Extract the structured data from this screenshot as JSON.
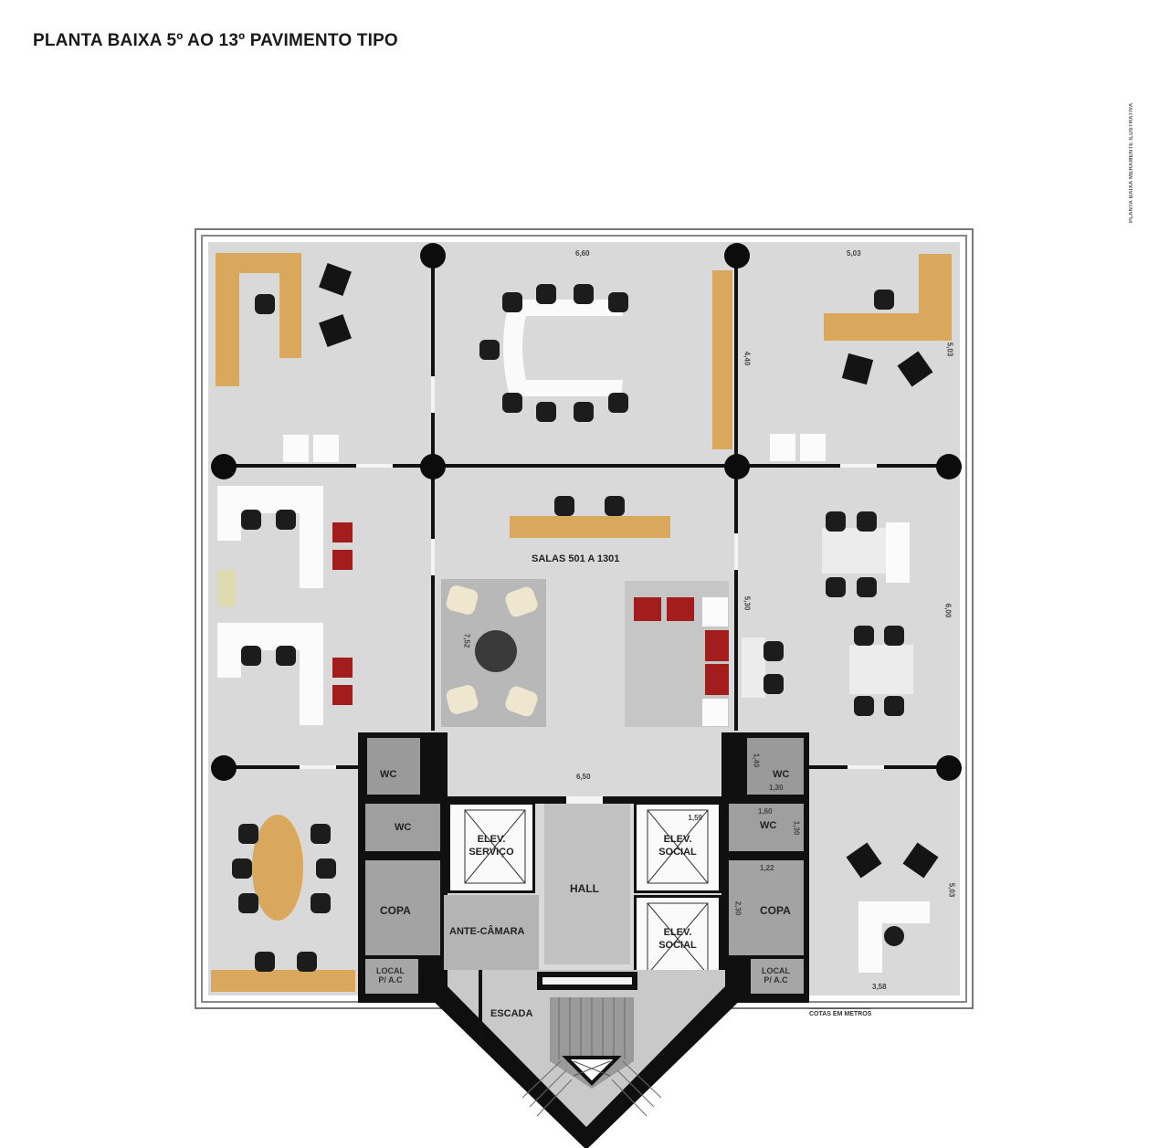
{
  "header": {
    "title": "PLANTA BAIXA 5º AO 13º PAVIMENTO TIPO",
    "side_note": "PLANTA BAIXA MERAMENTE ILUSTRATIVA"
  },
  "plan": {
    "center_label": "SALAS  501 A 1301",
    "rooms": {
      "wc_left_1": "WC",
      "wc_left_2": "WC",
      "copa_left": "COPA",
      "local_ac_left": "LOCAL\nP/ A.C",
      "elev_servico_line1": "ELEV.",
      "elev_servico_line2": "SERVIÇO",
      "ante_camara": "ANTE-CÂMARA",
      "hall": "HALL",
      "elev_social_1_line1": "ELEV.",
      "elev_social_1_line2": "SOCIAL",
      "elev_social_2_line1": "ELEV.",
      "elev_social_2_line2": "SOCIAL",
      "wc_right_1": "WC",
      "wc_right_2": "WC",
      "copa_right": "COPA",
      "local_ac_right": "LOCAL\nP/ A.C",
      "escada": "ESCADA"
    },
    "dimensions": {
      "top_center_width": "6,60",
      "top_right_width": "5,03",
      "top_center_height": "4,40",
      "top_right_height": "5,03",
      "mid_right_inner_height": "5,30",
      "mid_right_outer_height": "6,00",
      "mid_lounge_height": "7,52",
      "hall_width": "6,50",
      "wc_right_1_height": "1,40",
      "wc_right_1_width": "1,30",
      "wc_right_2_width": "1,60",
      "wc_right_2_height": "1,30",
      "elev_social_width": "1,59",
      "copa_right_width": "1,22",
      "copa_right_height": "2,30",
      "bottom_right_height": "5,03",
      "bottom_right_width": "3,58"
    },
    "footer_note": "COTAS EM METROS"
  },
  "colors": {
    "floor": "#d9d9d9",
    "wall": "#111111",
    "wood": "#d9a85c",
    "upholstery_red": "#a41d1d",
    "armchair_cream": "#efe6cf"
  }
}
